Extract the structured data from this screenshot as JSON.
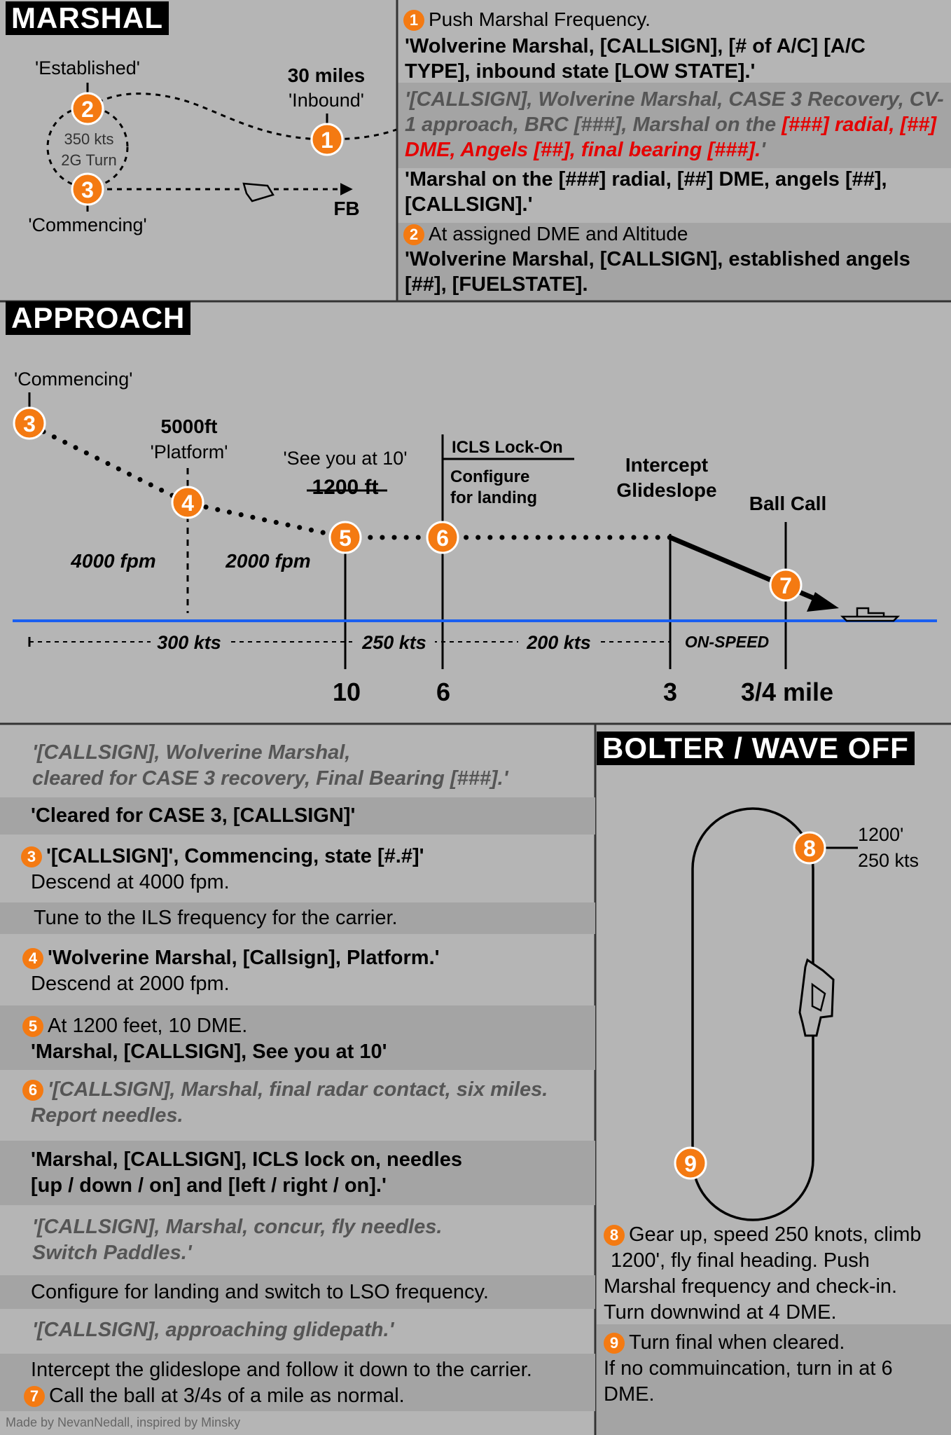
{
  "marshal": {
    "title": "MARSHAL",
    "diagram": {
      "established": "'Established'",
      "commencing": "'Commencing'",
      "turn_speed": "350 kts",
      "turn_g": "2G Turn",
      "distance": "30 miles",
      "inbound": "'Inbound'",
      "fb": "FB"
    },
    "step1_title": "Push Marshal Frequency.",
    "call1": "'Wolverine Marshal, [CALLSIGN], [# of A/C] [A/C TYPE], inbound state [LOW STATE].'",
    "reply1_a": "'[CALLSIGN], Wolverine Marshal, CASE 3 Recovery, CV-1 approach, BRC [###], Marshal on the ",
    "reply1_red": "[###] radial, [##] DME, Angels [##], final bearing [###].",
    "reply1_b": "'",
    "readback": "'Marshal on the [###] radial, [##] DME, angels [##], [CALLSIGN].'",
    "step2_title": "At assigned DME and Altitude",
    "call2": "'Wolverine Marshal, [CALLSIGN], established angels [##], [FUELSTATE]."
  },
  "approach": {
    "title": "APPROACH",
    "diagram": {
      "commencing": "'Commencing'",
      "alt_5000": "5000ft",
      "platform": "'Platform'",
      "see_you": "'See you at 10'",
      "alt_1200": "1200 ft",
      "icls": "ICLS Lock-On",
      "configure": "Configure",
      "for_landing": "for landing",
      "intercept": "Intercept",
      "glideslope": "Glideslope",
      "ball_call": "Ball Call",
      "fpm_4000": "4000 fpm",
      "fpm_2000": "2000 fpm",
      "kts_300": "300 kts",
      "kts_250": "250 kts",
      "kts_200": "200 kts",
      "on_speed": "ON-SPEED",
      "dme_10": "10",
      "dme_6": "6",
      "dme_3": "3",
      "dme_34": "3/4 mile"
    },
    "rows": {
      "r1a": "'[CALLSIGN], Wolverine Marshal,",
      "r1b": "cleared for CASE 3 recovery, Final Bearing [###].'",
      "r2": "'Cleared for CASE 3, [CALLSIGN]'",
      "r3a": "'[CALLSIGN]', Commencing, state [#.#]'",
      "r3b": "Descend at 4000 fpm.",
      "r4": "Tune to the ILS frequency for the carrier.",
      "r5a": "'Wolverine Marshal, [Callsign], Platform.'",
      "r5b": "Descend at 2000 fpm.",
      "r6a": "At 1200 feet, 10 DME.",
      "r6b": "'Marshal, [CALLSIGN], See you at 10'",
      "r7a": "'[CALLSIGN], Marshal, final radar contact, six miles.",
      "r7b": "Report needles.",
      "r8a": "'Marshal, [CALLSIGN], ICLS lock on, needles",
      "r8b": "[up / down / on] and [left / right / on].'",
      "r9a": "'[CALLSIGN], Marshal, concur, fly needles.",
      "r9b": "Switch Paddles.'",
      "r10": "Configure for landing and switch to LSO frequency.",
      "r11": "'[CALLSIGN], approaching glidepath.'",
      "r12a": "Intercept the glideslope and follow it down to the carrier.",
      "r12b": "Call the ball at 3/4s of a mile as normal."
    }
  },
  "bolter": {
    "title": "BOLTER / WAVE OFF",
    "alt": "1200'",
    "speed": "250 kts",
    "step8a": "Gear up, speed 250 knots, climb",
    "step8b": "1200', fly final heading. Push",
    "step8c": "Marshal frequency and check-in.",
    "step8d": "Turn downwind at 4 DME.",
    "step9a": "Turn final when cleared.",
    "step9b": "If no commuincation, turn in at 6",
    "step9c": "DME."
  },
  "badges": [
    "1",
    "2",
    "3",
    "4",
    "5",
    "6",
    "7",
    "8",
    "9"
  ],
  "colors": {
    "badge": "#f47a12",
    "water": "#1a5ff0",
    "red_text": "#e50000"
  },
  "credit": "Made by NevanNedall, inspired by Minsky"
}
